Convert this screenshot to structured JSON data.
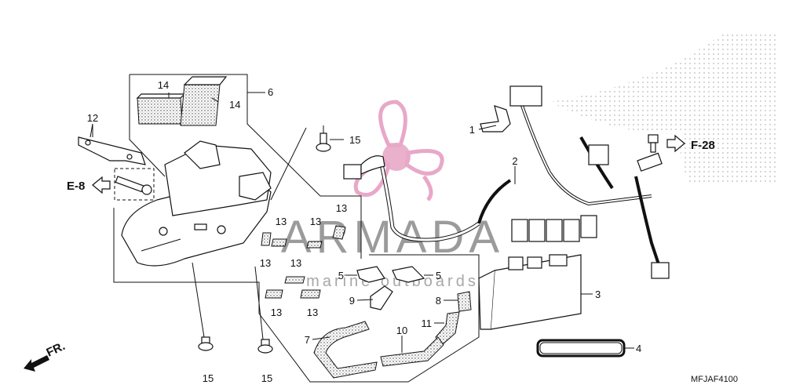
{
  "callouts": {
    "c1": "1",
    "c2": "2",
    "c3": "3",
    "c4": "4",
    "c5a": "5",
    "c5b": "5",
    "c6": "6",
    "c7": "7",
    "c8": "8",
    "c9": "9",
    "c10": "10",
    "c11": "11",
    "c12": "12",
    "c13a": "13",
    "c13b": "13",
    "c13c": "13",
    "c13d": "13",
    "c13e": "13",
    "c13f": "13",
    "c13g": "13",
    "c14a": "14",
    "c14b": "14",
    "c15a": "15",
    "c15b": "15",
    "c15c": "15"
  },
  "refs": {
    "left": "E-8",
    "right": "F-28",
    "front": "FR."
  },
  "code": "MFJAF4100",
  "watermark": {
    "title": "ARMADA",
    "subtitle": "marine outboards",
    "color": "#e8a8c8"
  }
}
